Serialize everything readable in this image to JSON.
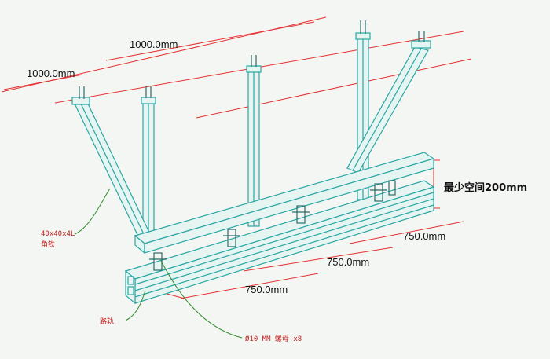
{
  "dimensions": {
    "top_width": "1000.0mm",
    "side_width": "1000.0mm",
    "min_space": "最少空间200mm",
    "spacing_right": "750.0mm",
    "spacing_middle": "750.0mm",
    "spacing_left": "750.0mm"
  },
  "notes": {
    "angle_iron_line1": "40x40x4L",
    "angle_iron_line2": "角铁",
    "rail": "路轨",
    "bolt": "Ø10 MM 螺母 x8"
  },
  "colors": {
    "steel": "#2aa7a3",
    "dimension_line": "#e53030",
    "leader": "#2f8a2a",
    "note_text": "#c02020"
  }
}
